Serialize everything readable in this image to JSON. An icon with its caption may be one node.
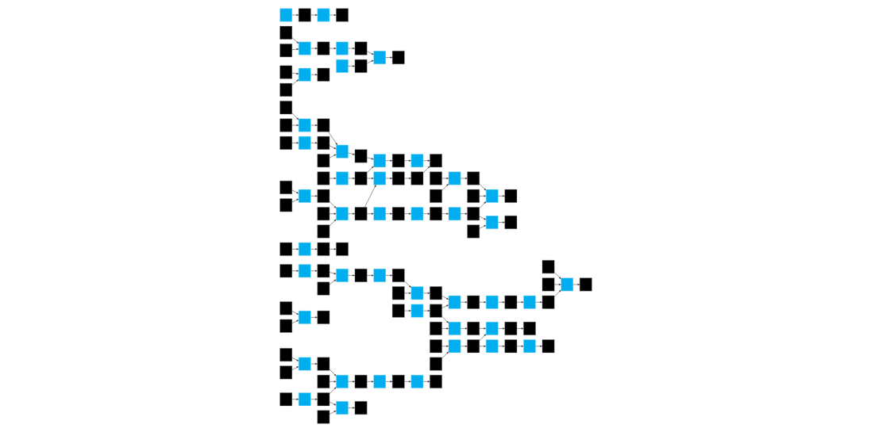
{
  "diagram": {
    "nodes": [
      {
        "text": [],
        "shape": "box"
      },
      {
        "text": [],
        "shape": "box"
      },
      {
        "text": [],
        "shape": "box"
      },
      {
        "text": [],
        "shape": "box"
      },
      {
        "text": [],
        "shape": "box"
      },
      {
        "text": [],
        "shape": "box"
      },
      {
        "text": [],
        "shape": "box"
      },
      {
        "text": [],
        "shape": "box"
      },
      {
        "text": [],
        "shape": "box"
      },
      {
        "text": [],
        "shape": "box"
      },
      {
        "text": [],
        "shape": "box"
      },
      {
        "text": [],
        "shape": "box"
      },
      {
        "text": [],
        "shape": "box"
      },
      {
        "text": [],
        "shape": "box"
      },
      {
        "text": [],
        "shape": "box"
      },
      {
        "text": [],
        "shape": "box"
      },
      {
        "text": [],
        "shape": "box"
      },
      {
        "text": [],
        "shape": "box"
      },
      {
        "text": [],
        "shape": "box"
      },
      {
        "text": [],
        "shape": "box"
      },
      {
        "text": [],
        "shape": "box"
      },
      {
        "text": [],
        "shape": "box"
      },
      {
        "text": [],
        "shape": "box"
      },
      {
        "text": [],
        "shape": "box"
      },
      {
        "text": [],
        "shape": "box"
      },
      {
        "text": [],
        "shape": "box"
      },
      {
        "text": [],
        "shape": "box"
      },
      {
        "text": [],
        "shape": "box"
      },
      {
        "text": [],
        "shape": "box"
      },
      {
        "text": [],
        "shape": "box"
      },
      {
        "text": [],
        "shape": "box"
      },
      {
        "text": [],
        "shape": "box"
      },
      {
        "text": [],
        "shape": "box"
      },
      {
        "text": [],
        "shape": "box"
      },
      {
        "text": [],
        "shape": "box"
      },
      {
        "text": [],
        "shape": "box"
      },
      {
        "text": [],
        "shape": "box"
      },
      {
        "text": [],
        "shape": "box"
      },
      {
        "text": [],
        "shape": "box"
      },
      {
        "text": [],
        "shape": "box"
      },
      {
        "text": [],
        "shape": "box"
      },
      {
        "text": [],
        "shape": "box"
      },
      {
        "text": [],
        "shape": "box"
      },
      {
        "text": [],
        "shape": "box"
      },
      {
        "text": [],
        "shape": "box"
      },
      {
        "text": [],
        "shape": "box"
      },
      {
        "text": [],
        "shape": "box"
      },
      {
        "text": [],
        "shape": "box"
      },
      {
        "text": [],
        "shape": "box"
      },
      {
        "text": [],
        "shape": "box"
      },
      {
        "text": [],
        "shape": "box"
      },
      {
        "text": [],
        "shape": "box"
      },
      {
        "text": [],
        "shape": "box"
      },
      {
        "text": [],
        "shape": "box"
      },
      {
        "text": [],
        "shape": "box"
      },
      {
        "text": [],
        "shape": "box"
      },
      {
        "text": [],
        "shape": "box"
      },
      {
        "text": [],
        "shape": "box"
      },
      {
        "text": [],
        "shape": "box"
      },
      {
        "text": [],
        "shape": "box"
      },
      {
        "text": [],
        "shape": "box"
      },
      {
        "text": [],
        "shape": "box"
      },
      {
        "text": [],
        "shape": "box"
      },
      {
        "text": [],
        "shape": "box"
      },
      {
        "text": [],
        "shape": "box"
      },
      {
        "text": [],
        "shape": "box"
      },
      {
        "text": [],
        "shape": "box"
      },
      {
        "text": [],
        "shape": "box"
      },
      {
        "text": [],
        "shape": "box"
      },
      {
        "text": [],
        "shape": "box"
      },
      {
        "text": [],
        "shape": "box"
      },
      {
        "text": [],
        "shape": "box"
      },
      {
        "text": [],
        "shape": "box"
      },
      {
        "text": [],
        "shape": "box"
      },
      {
        "text": [],
        "shape": "box"
      },
      {
        "text": [],
        "shape": "box"
      },
      {
        "text": [],
        "shape": "box"
      },
      {
        "text": [],
        "shape": "box"
      },
      {
        "text": [],
        "shape": "box"
      },
      {
        "text": [],
        "shape": "box"
      },
      {
        "text": [],
        "shape": "box"
      },
      {
        "text": [],
        "shape": "box"
      },
      {
        "text": [],
        "shape": "box"
      },
      {
        "text": [],
        "shape": "box"
      },
      {
        "text": [],
        "shape": "box"
      },
      {
        "text": [],
        "shape": "box"
      },
      {
        "text": [],
        "shape": "box"
      },
      {
        "text": [],
        "shape": "box"
      },
      {
        "text": [],
        "shape": "box"
      },
      {
        "text": [],
        "shape": "box"
      },
      {
        "text": [],
        "shape": "box"
      },
      {
        "text": [],
        "shape": "box"
      },
      {
        "text": [],
        "shape": "box"
      },
      {
        "text": [],
        "shape": "box"
      },
      {
        "text": [],
        "shape": "box"
      },
      {
        "text": [],
        "shape": "box"
      },
      {
        "text": [],
        "shape": "box"
      },
      {
        "text": [],
        "shape": "box"
      },
      {
        "text": [],
        "shape": "box"
      },
      {
        "text": [],
        "shape": "box"
      },
      {
        "text": [],
        "shape": "box"
      },
      {
        "text": [],
        "shape": "box"
      },
      {
        "text": [],
        "shape": "box"
      },
      {
        "text": [],
        "shape": "box"
      },
      {
        "text": [],
        "shape": "box"
      },
      {
        "text": [],
        "shape": "box"
      },
      {
        "text": [],
        "shape": "box"
      },
      {
        "text": [],
        "shape": "box"
      },
      {
        "text": [],
        "shape": "box"
      },
      {
        "text": [],
        "shape": "box"
      },
      {
        "text": [],
        "shape": "box"
      },
      {
        "text": [],
        "shape": "box"
      },
      {
        "text": [],
        "shape": "box"
      },
      {
        "text": [],
        "shape": "box"
      },
      {
        "text": [],
        "shape": "box"
      },
      {
        "text": [],
        "shape": "box"
      },
      {
        "text": [],
        "shape": "box"
      },
      {
        "text": [],
        "shape": "box"
      },
      {
        "text": [],
        "shape": "box"
      },
      {
        "text": [],
        "shape": "box"
      },
      {
        "text": [],
        "shape": "box"
      },
      {
        "text": [],
        "shape": "box"
      },
      {
        "text": [],
        "shape": "box"
      },
      {
        "text": [],
        "shape": "box"
      },
      {
        "text": [],
        "shape": "box"
      }
    ],
    "edges": [
      {
        "from": 4,
        "to": 5,
        "arrow": "to"
      },
      {
        "from": 0,
        "to": 5,
        "arrow": "to"
      },
      {
        "from": 5,
        "to": 8,
        "arrow": "to"
      },
      {
        "from": 1,
        "to": 6,
        "arrow": "to"
      },
      {
        "from": 6,
        "to": 9,
        "arrow": "to"
      },
      {
        "from": 8,
        "to": 14,
        "arrow": "to"
      },
      {
        "from": 9,
        "to": 14,
        "arrow": "to"
      },
      {
        "from": 13,
        "to": 14,
        "arrow": "to"
      },
      {
        "from": 9,
        "to": 15,
        "arrow": "to"
      },
      {
        "from": 10,
        "to": 15,
        "arrow": "to"
      },
      {
        "from": 14,
        "to": 17,
        "arrow": "to"
      },
      {
        "from": 15,
        "to": 18,
        "arrow": "to"
      },
      {
        "from": 2,
        "to": 7,
        "arrow": "to"
      },
      {
        "from": 3,
        "to": 7,
        "arrow": "to"
      },
      {
        "from": 7,
        "to": 11,
        "arrow": "to"
      },
      {
        "from": 17,
        "to": 22,
        "arrow": "to"
      },
      {
        "from": 22,
        "to": 25,
        "arrow": "to"
      },
      {
        "from": 25,
        "to": 28,
        "arrow": "to"
      },
      {
        "from": 28,
        "to": 35,
        "arrow": "to"
      },
      {
        "from": 19,
        "to": 23,
        "arrow": "to"
      },
      {
        "from": 23,
        "to": 26,
        "arrow": "to"
      },
      {
        "from": 26,
        "to": 29,
        "arrow": "to"
      },
      {
        "from": 12,
        "to": 16,
        "arrow": "to"
      },
      {
        "from": 16,
        "to": 20,
        "arrow": "to"
      },
      {
        "from": 20,
        "to": 24,
        "arrow": "to"
      },
      {
        "from": 21,
        "to": 24,
        "arrow": "to"
      },
      {
        "from": 24,
        "to": 27,
        "arrow": "to"
      },
      {
        "from": 27,
        "to": 30,
        "arrow": "to"
      },
      {
        "from": 30,
        "to": 36,
        "arrow": "to"
      },
      {
        "from": 40,
        "to": 41,
        "arrow": "to"
      },
      {
        "from": 31,
        "to": 41,
        "arrow": "to"
      },
      {
        "from": 41,
        "to": 48,
        "arrow": "to"
      },
      {
        "from": 32,
        "to": 42,
        "arrow": "to"
      },
      {
        "from": 42,
        "to": 49,
        "arrow": "to"
      },
      {
        "from": 48,
        "to": 59,
        "arrow": "to"
      },
      {
        "from": 49,
        "to": 59,
        "arrow": "to"
      },
      {
        "from": 58,
        "to": 59,
        "arrow": "to"
      },
      {
        "from": 59,
        "to": 67,
        "arrow": "to"
      },
      {
        "from": 50,
        "to": 60,
        "arrow": "to"
      },
      {
        "from": 60,
        "to": 68,
        "arrow": "to"
      },
      {
        "from": 67,
        "to": 73,
        "arrow": "to"
      },
      {
        "from": 68,
        "to": 73,
        "arrow": "to"
      },
      {
        "from": 68,
        "to": 74,
        "arrow": "to"
      },
      {
        "from": 73,
        "to": 79,
        "arrow": "to"
      },
      {
        "from": 79,
        "to": 85,
        "arrow": "to"
      },
      {
        "from": 74,
        "to": 80,
        "arrow": "to"
      },
      {
        "from": 80,
        "to": 86,
        "arrow": "to"
      },
      {
        "from": 85,
        "to": 91,
        "arrow": "to"
      },
      {
        "from": 86,
        "to": 91,
        "arrow": "to"
      },
      {
        "from": 33,
        "to": 43,
        "arrow": "to"
      },
      {
        "from": 34,
        "to": 43,
        "arrow": "to"
      },
      {
        "from": 43,
        "to": 51,
        "arrow": "to"
      },
      {
        "from": 51,
        "to": 61,
        "arrow": "to"
      },
      {
        "from": 52,
        "to": 61,
        "arrow": "to"
      },
      {
        "from": 62,
        "to": 61,
        "arrow": "to"
      },
      {
        "from": 61,
        "to": 69,
        "arrow": "to"
      },
      {
        "from": 69,
        "to": 74,
        "arrow": "to"
      },
      {
        "from": 69,
        "to": 75,
        "arrow": "to"
      },
      {
        "from": 75,
        "to": 81,
        "arrow": "to"
      },
      {
        "from": 81,
        "to": 87,
        "arrow": "to"
      },
      {
        "from": 87,
        "to": 93,
        "arrow": "to"
      },
      {
        "from": 36,
        "to": 45,
        "arrow": "to"
      },
      {
        "from": 44,
        "to": 45,
        "arrow": "to"
      },
      {
        "from": 45,
        "to": 53,
        "arrow": "to"
      },
      {
        "from": 37,
        "to": 46,
        "arrow": "to"
      },
      {
        "from": 46,
        "to": 54,
        "arrow": "to"
      },
      {
        "from": 53,
        "to": 63,
        "arrow": "to"
      },
      {
        "from": 54,
        "to": 63,
        "arrow": "to"
      },
      {
        "from": 54,
        "to": 64,
        "arrow": "to"
      },
      {
        "from": 55,
        "to": 64,
        "arrow": "to"
      },
      {
        "from": 63,
        "to": 70,
        "arrow": "to"
      },
      {
        "from": 64,
        "to": 71,
        "arrow": "to"
      },
      {
        "from": 70,
        "to": 76,
        "arrow": "to"
      },
      {
        "from": 71,
        "to": 77,
        "arrow": "to"
      },
      {
        "from": 76,
        "to": 82,
        "arrow": "to"
      },
      {
        "from": 82,
        "to": 88,
        "arrow": "to"
      },
      {
        "from": 88,
        "to": 96,
        "arrow": "to"
      },
      {
        "from": 77,
        "to": 83,
        "arrow": "to"
      },
      {
        "from": 83,
        "to": 89,
        "arrow": "to"
      },
      {
        "from": 38,
        "to": 47,
        "arrow": "to"
      },
      {
        "from": 39,
        "to": 47,
        "arrow": "to"
      },
      {
        "from": 47,
        "to": 56,
        "arrow": "to"
      },
      {
        "from": 57,
        "to": 65,
        "arrow": "to"
      },
      {
        "from": 66,
        "to": 65,
        "arrow": "to"
      },
      {
        "from": 65,
        "to": 72,
        "arrow": "to"
      },
      {
        "from": 72,
        "to": 77,
        "arrow": "to"
      },
      {
        "from": 72,
        "to": 78,
        "arrow": "to"
      },
      {
        "from": 78,
        "to": 84,
        "arrow": "to"
      },
      {
        "from": 84,
        "to": 90,
        "arrow": "to"
      },
      {
        "from": 90,
        "to": 97,
        "arrow": "to"
      },
      {
        "from": 98,
        "to": 99,
        "arrow": "to"
      },
      {
        "from": 92,
        "to": 99,
        "arrow": "to"
      },
      {
        "from": 99,
        "to": 102,
        "arrow": "to"
      },
      {
        "from": 93,
        "to": 100,
        "arrow": "to"
      },
      {
        "from": 100,
        "to": 103,
        "arrow": "to"
      },
      {
        "from": 102,
        "to": 108,
        "arrow": "to"
      },
      {
        "from": 103,
        "to": 108,
        "arrow": "to"
      },
      {
        "from": 107,
        "to": 108,
        "arrow": "to"
      },
      {
        "from": 103,
        "to": 109,
        "arrow": "to"
      },
      {
        "from": 104,
        "to": 109,
        "arrow": "to"
      },
      {
        "from": 108,
        "to": 112,
        "arrow": "to"
      },
      {
        "from": 109,
        "to": 113,
        "arrow": "to"
      },
      {
        "from": 94,
        "to": 101,
        "arrow": "to"
      },
      {
        "from": 95,
        "to": 101,
        "arrow": "to"
      },
      {
        "from": 96,
        "to": 101,
        "arrow": "to"
      },
      {
        "from": 101,
        "to": 105,
        "arrow": "to"
      },
      {
        "from": 106,
        "to": 110,
        "arrow": "to"
      },
      {
        "from": 111,
        "to": 110,
        "arrow": "to"
      },
      {
        "from": 110,
        "to": 114,
        "arrow": "to"
      },
      {
        "from": 114,
        "to": 117,
        "arrow": "to"
      },
      {
        "from": 117,
        "to": 120,
        "arrow": "to"
      },
      {
        "from": 120,
        "to": 122,
        "arrow": "to"
      },
      {
        "from": 119,
        "to": 122,
        "arrow": "to"
      },
      {
        "from": 122,
        "to": 124,
        "arrow": "to"
      },
      {
        "from": 115,
        "to": 118,
        "arrow": "to"
      },
      {
        "from": 118,
        "to": 121,
        "arrow": "to"
      },
      {
        "from": 121,
        "to": 123,
        "arrow": "to"
      },
      {
        "from": 116,
        "to": 119,
        "arrow": "to"
      }
    ]
  }
}
